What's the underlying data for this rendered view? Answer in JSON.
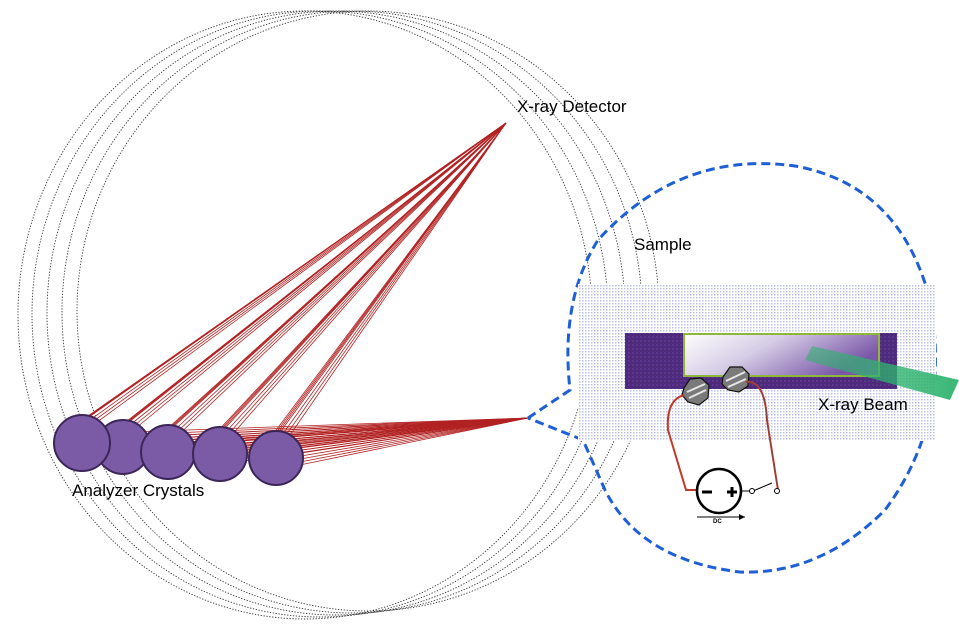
{
  "labels": {
    "detector": "X-ray Detector",
    "sample": "Sample",
    "beam": "X-ray Beam",
    "crystals": "Analyzer Crystals",
    "dc": "DC"
  },
  "colors": {
    "crystal_fill": "#7b5aa6",
    "crystal_stroke": "#3c2658",
    "ray": "#b22222",
    "zoom_outline": "#1f5fd6",
    "beam": "#2fb36e",
    "wire": "#c0392b",
    "sample_holder": "#4e2a7a",
    "sample_window": "#8a66b8",
    "sample_frame": "#8fb53a"
  },
  "icons": {
    "contacts": "contact-screw-icon",
    "source": "dc-voltage-source-icon",
    "switch": "switch-icon"
  }
}
